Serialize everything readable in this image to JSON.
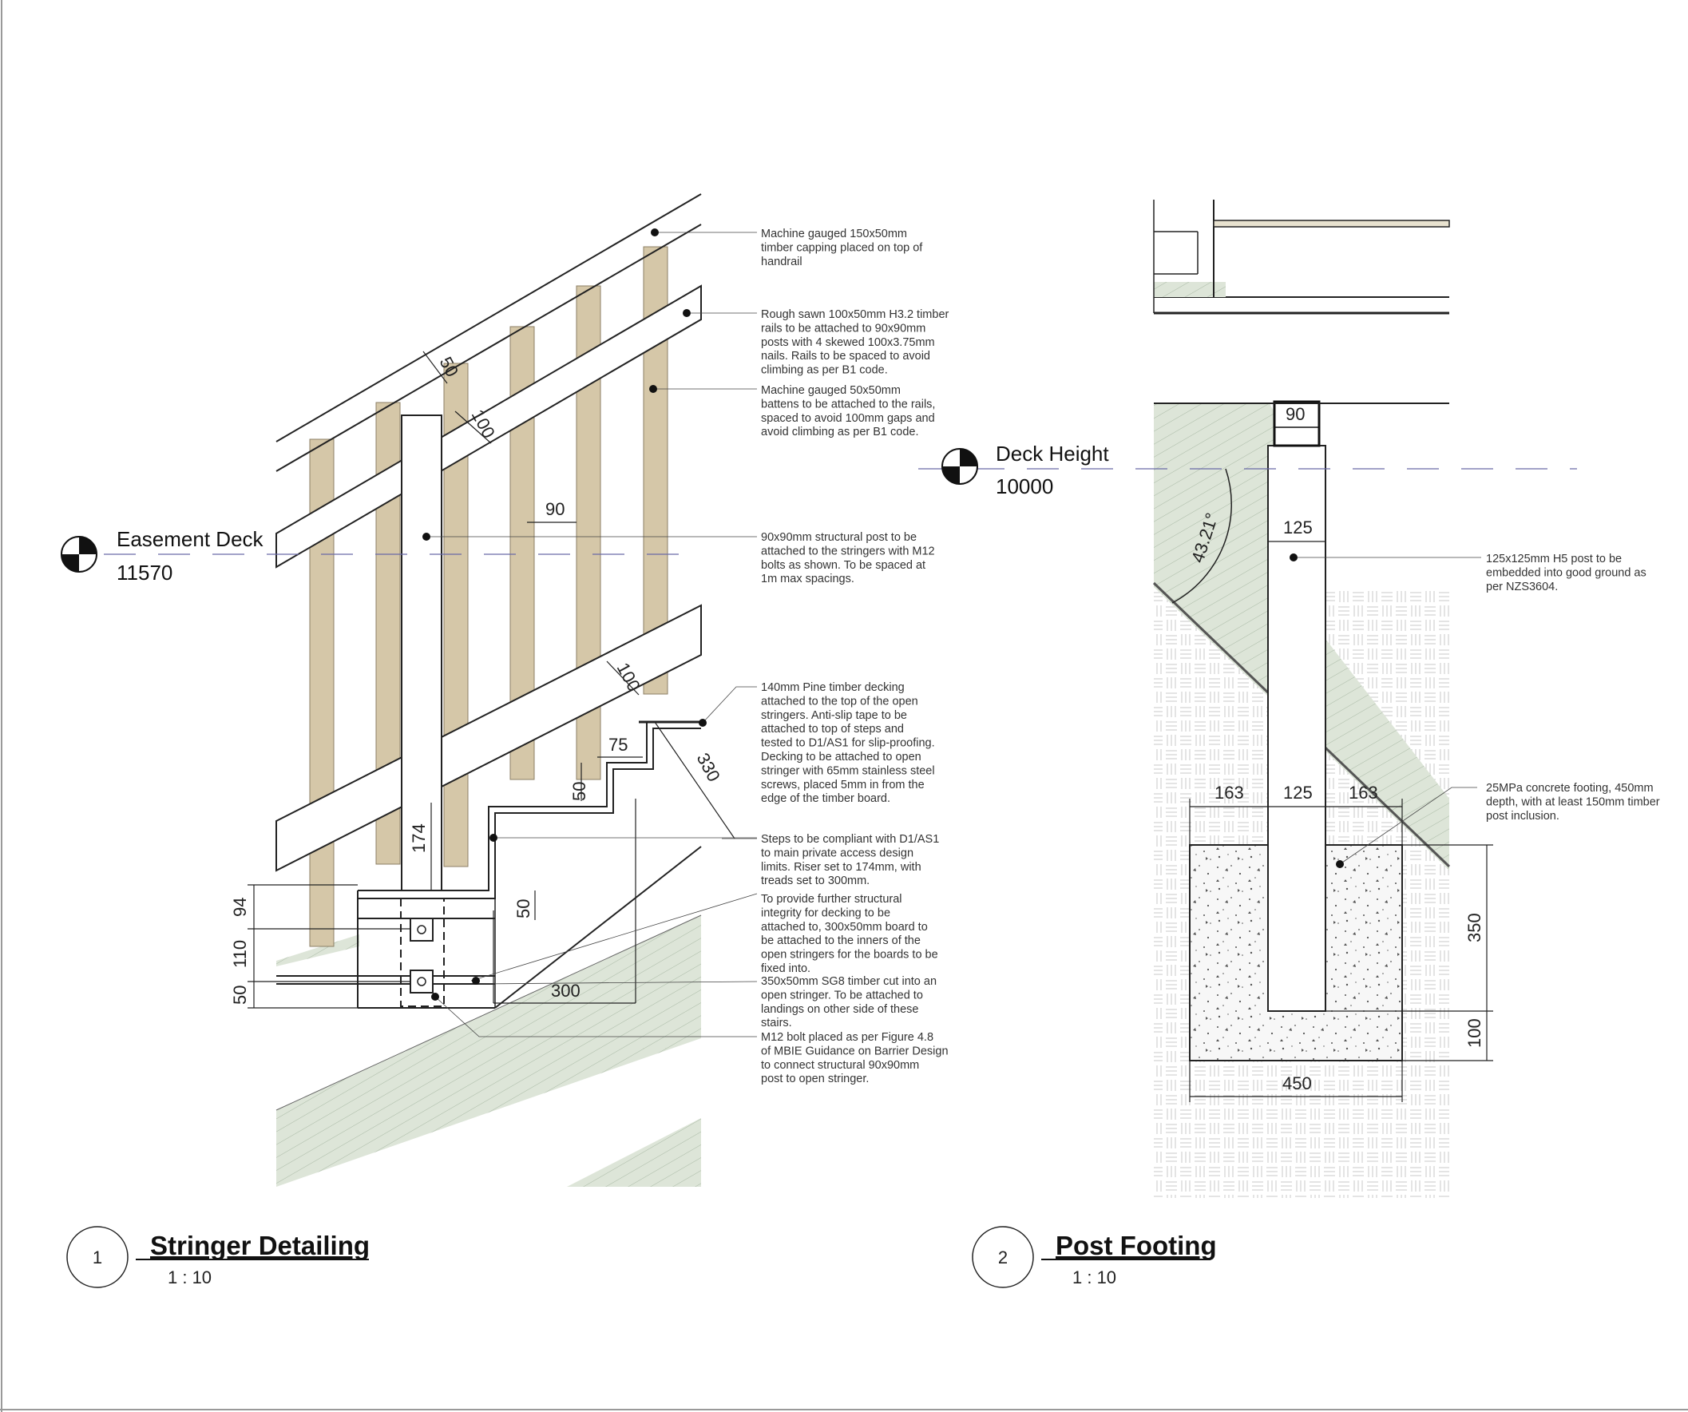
{
  "colors": {
    "timber": "#d5c7a8",
    "ground_fill": "#dde5d8",
    "ground_hatch": "#a6b6a2",
    "concrete": "#f5f5f5",
    "level_line": "#6a6aa6"
  },
  "details": [
    {
      "number": "1",
      "title": "Stringer Detailing",
      "scale": "1 : 10"
    },
    {
      "number": "2",
      "title": "Post Footing",
      "scale": "1 : 10"
    }
  ],
  "levels": {
    "easement": {
      "name": "Easement Deck",
      "value": "11570"
    },
    "deck": {
      "name": "Deck Height",
      "value": "10000"
    }
  },
  "stringer_notes": [
    [
      "Machine gauged 150x50mm",
      "timber capping placed on top of",
      "handrail"
    ],
    [
      "Rough sawn 100x50mm H3.2 timber",
      "rails to be attached to 90x90mm",
      "posts with 4 skewed 100x3.75mm",
      "nails. Rails to be spaced to avoid",
      "climbing as per B1 code."
    ],
    [
      "Machine gauged 50x50mm",
      "battens to be attached to the rails,",
      "spaced to avoid 100mm gaps and",
      "avoid climbing as per B1 code."
    ],
    [
      "90x90mm structural post to be",
      "attached to the stringers with M12",
      "bolts as shown. To be spaced at",
      "1m max spacings."
    ],
    [
      "140mm Pine timber decking",
      "attached to the top of the open",
      "stringers. Anti-slip tape to be",
      "attached to top of steps and",
      "tested to D1/AS1 for slip-proofing.",
      "Decking to be attached to open",
      "stringer with 65mm stainless steel",
      "screws, placed 5mm in from the",
      "edge of the timber board."
    ],
    [
      "Steps to be compliant with D1/AS1",
      "to main private access design",
      "limits. Riser set to 174mm, with",
      "treads set to 300mm."
    ],
    [
      "To provide further structural",
      "integrity for decking to be",
      "attached to, 300x50mm board to",
      "be attached to the inners of the",
      "open stringers for the boards to be",
      "fixed into."
    ],
    [
      "350x50mm SG8 timber cut into an",
      "open stringer. To be attached to",
      "landings on other side of these",
      "stairs."
    ],
    [
      "M12 bolt placed as per Figure 4.8",
      "of MBIE Guidance on Barrier Design",
      "to connect structural 90x90mm",
      "post to open stringer."
    ]
  ],
  "footing_notes": [
    [
      "125x125mm H5 post to be",
      "embedded into good ground as",
      "per NZS3604."
    ],
    [
      "25MPa concrete footing, 450mm",
      "depth, with at least 150mm timber",
      "post inclusion."
    ]
  ],
  "stringer_dims": {
    "capping": "50",
    "rail": "100",
    "post_gap": "90",
    "lower_rail": "100",
    "step_75": "75",
    "step_330": "330",
    "step_50a": "50",
    "riser": "174",
    "board_50": "50",
    "tread": "300",
    "left_94": "94",
    "left_110": "110",
    "left_50": "50"
  },
  "footing_dims": {
    "post_top": "90",
    "angle": "43.21°",
    "post_width": "125",
    "left_163": "163",
    "mid_125": "125",
    "right_163": "163",
    "depth_350": "350",
    "depth_100": "100",
    "width_450": "450"
  }
}
